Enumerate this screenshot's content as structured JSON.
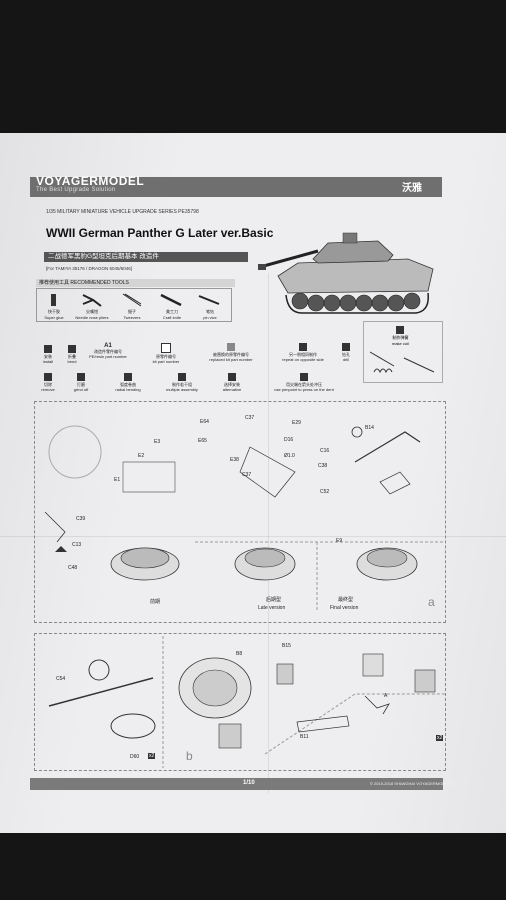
{
  "brand": {
    "logo": "VOYAGERMODEL",
    "tagline": "The Best Upgrade Solution",
    "cn_name": "沃雅"
  },
  "series": "1/35 MILITARY MINIATURE VEHICLE UPGRADE SERIES PE35798",
  "title": "WWII German Panther G Later ver.Basic",
  "cn_title": "二战德军黑豹G型坦克后期基本 改造件",
  "for_kit": "[For TAMIYA 35176 / DRAGON 6045/6046]",
  "tools": {
    "header": "推荐使用工具 RECOMMENDED TOOLS",
    "items": [
      {
        "cn": "快干胶",
        "en": "Super glue"
      },
      {
        "cn": "尖嘴钳",
        "en": "Needle nose pliers"
      },
      {
        "cn": "镊子",
        "en": "Tweezers"
      },
      {
        "cn": "美工刀",
        "en": "Craft knife"
      },
      {
        "cn": "笔钻",
        "en": "pin vice"
      }
    ]
  },
  "legend": [
    {
      "cn": "安装",
      "en": "install"
    },
    {
      "cn": "折叠",
      "en": "bend"
    },
    {
      "cn": "A1",
      "en": ""
    },
    {
      "cn": "改造件零件编号",
      "en": "PE/resin part number"
    },
    {
      "cn": "原零件编号",
      "en": "kit part number"
    },
    {
      "cn": "被替换的原零件编号",
      "en": "replaced kit part number"
    },
    {
      "cn": "另一侧相同制作",
      "en": "repeat on opposite side"
    },
    {
      "cn": "钻孔",
      "en": "drill"
    },
    {
      "cn": "切除",
      "en": "remove"
    },
    {
      "cn": "打磨",
      "en": "grind off"
    },
    {
      "cn": "弧度卷曲",
      "en": "radial bending"
    },
    {
      "cn": "制作若干组",
      "en": "multiple assembly"
    },
    {
      "cn": "选择安装",
      "en": "alternative"
    },
    {
      "cn": "用尖端在箭头处冲压",
      "en": "use penpoint to press on the dent"
    }
  ],
  "make_coil": {
    "cn": "制作弹簧",
    "en": "make coil"
  },
  "labels": {
    "e29": "E29",
    "e64": "E64",
    "c37a": "C37",
    "c37b": "C37",
    "e65": "E65",
    "e38": "E38",
    "e3": "E3",
    "e2": "E2",
    "e1": "E1",
    "d16": "D16",
    "phi": "Ø1.0",
    "c16": "C16",
    "c38": "C38",
    "c52": "C52",
    "b14": "B14",
    "c39": "C39",
    "c13": "C13",
    "c48": "C48",
    "e9": "E9",
    "cn_early": "前期",
    "late_cn": "后期型",
    "late_en": "Late version",
    "final_cn": "最终型",
    "final_en": "Final version",
    "step_a": "a",
    "c54": "C54",
    "d60": "D60",
    "x2": "x2",
    "b8": "B8",
    "step_b": "b",
    "b15": "B15",
    "a_lbl": "A",
    "b11": "B11",
    "x2b": "x2"
  },
  "footer": {
    "page": "1/10",
    "copyright": "© 2015-2018 SHANGHAI VOYAGERMODEL CO.,LTD"
  },
  "colors": {
    "banner": "#6f6f6f",
    "paper": "#eeeef0",
    "background": "#151515"
  }
}
